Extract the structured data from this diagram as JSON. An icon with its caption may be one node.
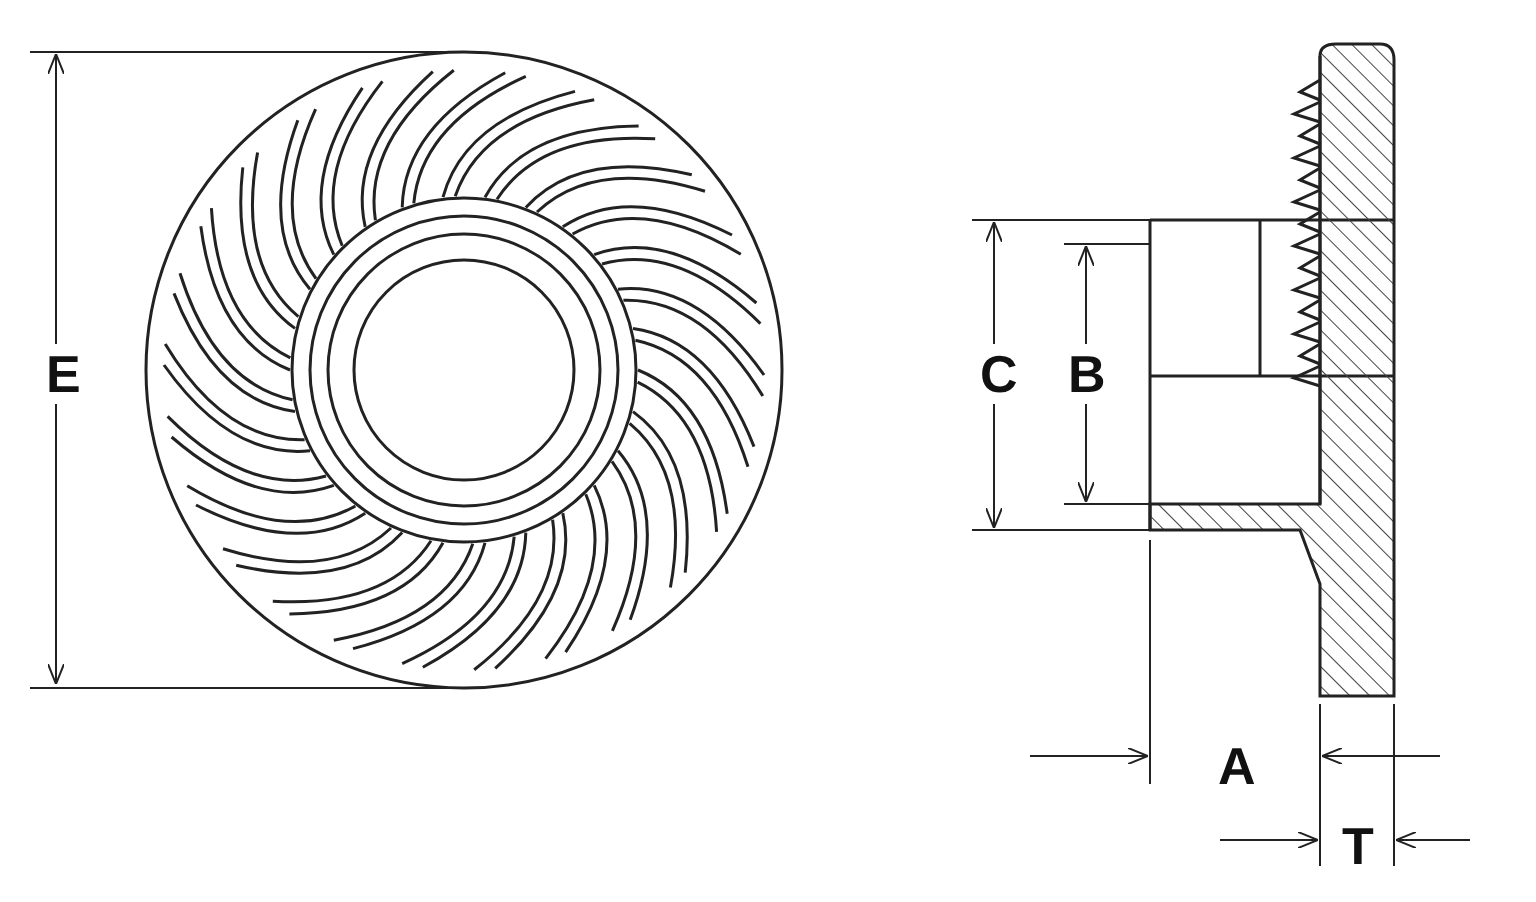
{
  "diagram": {
    "labels": [
      "E",
      "C",
      "B",
      "A",
      "T"
    ]
  }
}
